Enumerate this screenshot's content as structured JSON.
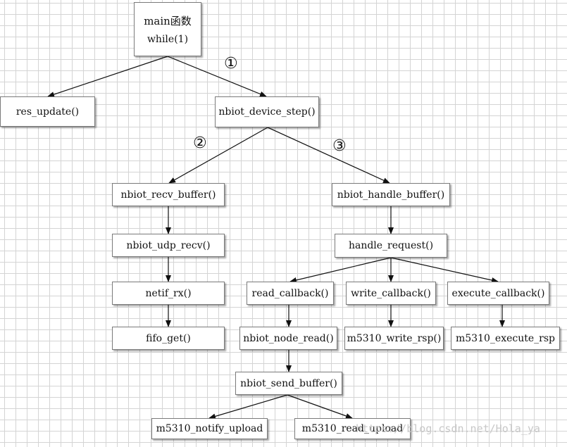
{
  "nodes": {
    "main_title": "main函数",
    "main_loop": "while(1)",
    "res_update": "res_update()",
    "nbiot_device_step": "nbiot_device_step()",
    "nbiot_recv_buffer": "nbiot_recv_buffer()",
    "nbiot_udp_recv": "nbiot_udp_recv()",
    "netif_rx": "netif_rx()",
    "fifo_get": "fifo_get()",
    "nbiot_handle_buffer": "nbiot_handle_buffer()",
    "handle_request": "handle_request()",
    "read_callback": "read_callback()",
    "write_callback": "write_callback()",
    "execute_callback": "execute_callback()",
    "nbiot_node_read": "nbiot_node_read()",
    "m5310_write_rsp": "m5310_write_rsp()",
    "m5310_execute_rsp": "m5310_execute_rsp",
    "nbiot_send_buffer": "nbiot_send_buffer()",
    "m5310_notify_upload": "m5310_notify_upload",
    "m5310_read_upload": "m5310_read_upload"
  },
  "steps": {
    "one": "①",
    "two": "②",
    "three": "③"
  },
  "watermark": "https://blog.csdn.net/Hola_ya"
}
